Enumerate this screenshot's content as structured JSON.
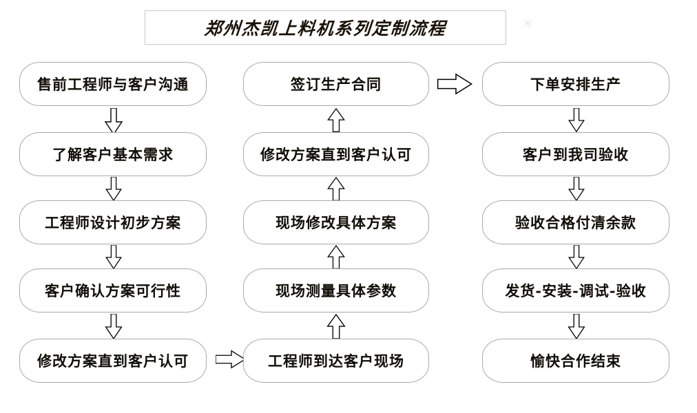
{
  "title": {
    "text": "郑州杰凯上料机系列定制流程"
  },
  "colors": {
    "box_border": "#a9a9a9",
    "title_border": "#c8c8c8",
    "text": "#100c06",
    "background": "#ffffff",
    "arrow_stroke": "#000000"
  },
  "columns": [
    {
      "id": "column-1",
      "direction": "down",
      "nodes": [
        {
          "label": "售前工程师与客户沟通"
        },
        {
          "label": "了解客户基本需求"
        },
        {
          "label": "工程师设计初步方案"
        },
        {
          "label": "客户确认方案可行性"
        },
        {
          "label": "修改方案直到客户认可"
        }
      ]
    },
    {
      "id": "column-2",
      "direction": "up",
      "nodes": [
        {
          "label": "签订生产合同"
        },
        {
          "label": "修改方案直到客户认可"
        },
        {
          "label": "现场修改具体方案"
        },
        {
          "label": "现场测量具体参数"
        },
        {
          "label": "工程师到达客户现场"
        }
      ]
    },
    {
      "id": "column-3",
      "direction": "down",
      "nodes": [
        {
          "label": "下单安排生产"
        },
        {
          "label": "客户到我司验收"
        },
        {
          "label": "验收合格付清余款"
        },
        {
          "label": "发货-安装-调试-验收"
        },
        {
          "label": "愉快合作结束"
        }
      ]
    }
  ],
  "connectors": {
    "col1_to_col2": {
      "name": "arrow-right-bottom",
      "direction": "right"
    },
    "col2_to_col3": {
      "name": "arrow-right-top",
      "direction": "right"
    }
  }
}
